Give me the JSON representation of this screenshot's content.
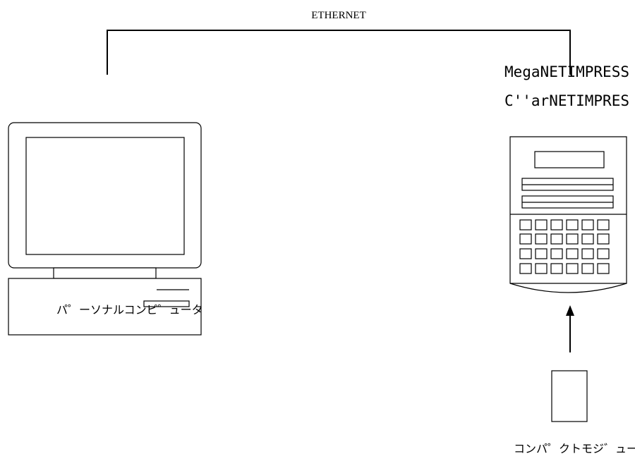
{
  "network": {
    "label": "ETHERNET"
  },
  "device": {
    "name_line1": "MegaNETIMPRESS",
    "name_line2": "C''arNETIMPRES"
  },
  "pc": {
    "label": "パ゜ーソナルコンピ゜ュータ"
  },
  "module": {
    "label": "コンパ゜クトモジ゛ュール"
  },
  "colors": {
    "line": "#000000",
    "fill": "#ffffff"
  }
}
